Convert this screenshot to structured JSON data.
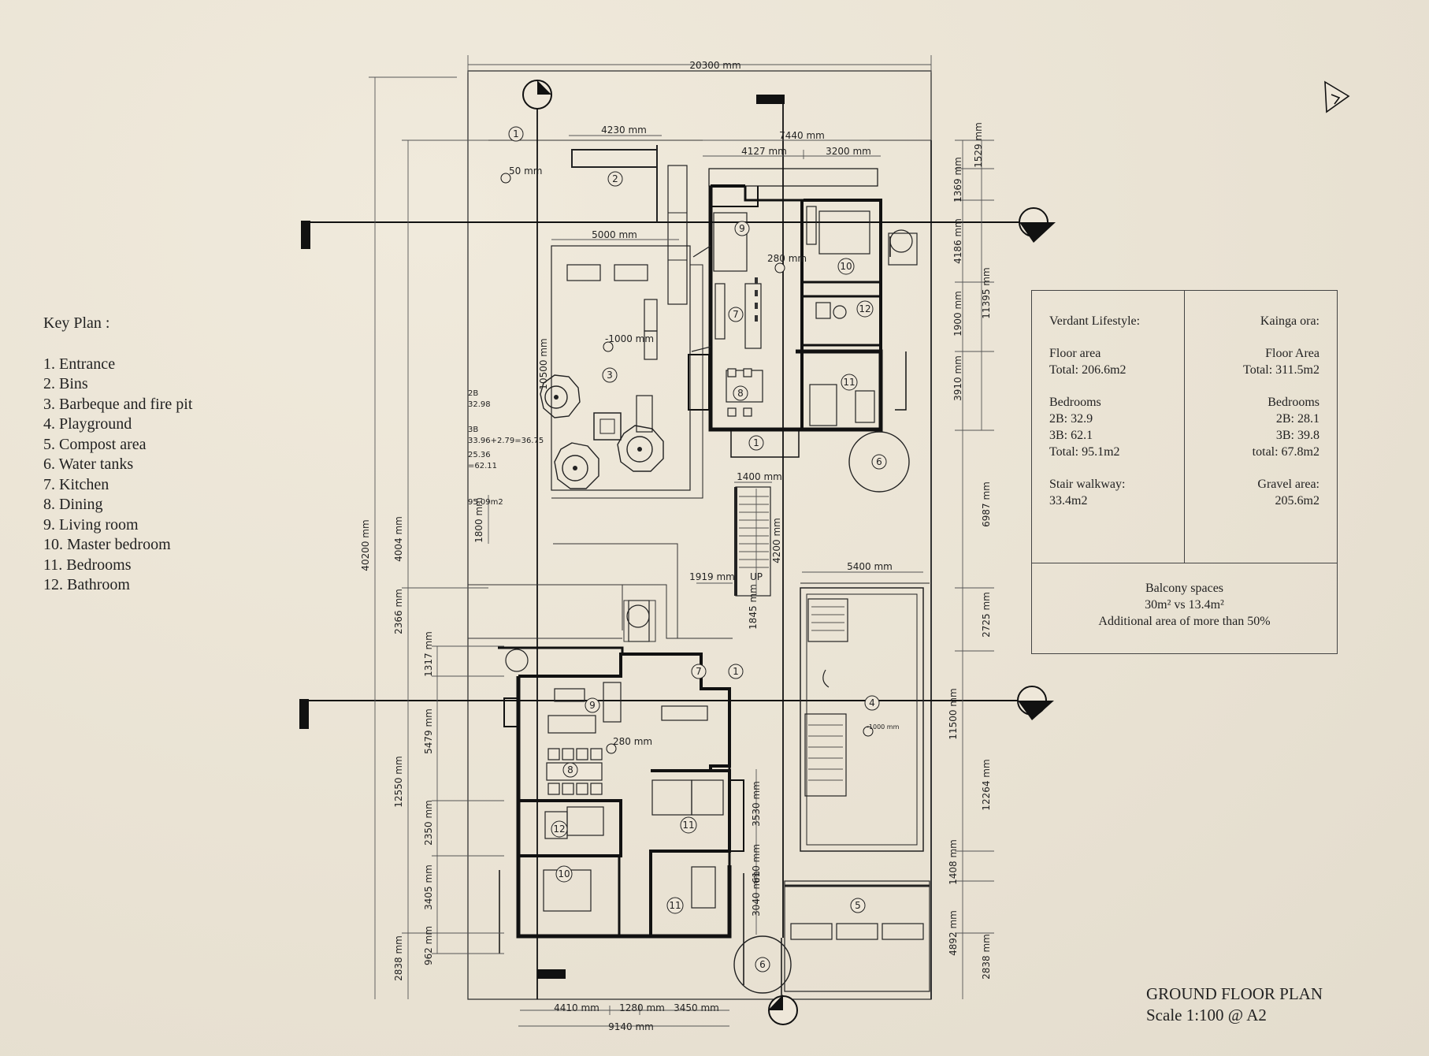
{
  "key_plan": {
    "title": "Key Plan :",
    "items": [
      "1. Entrance",
      "2. Bins",
      "3. Barbeque and fire pit",
      "4. Playground",
      "5. Compost area",
      "6. Water tanks",
      "7. Kitchen",
      "8. Dining",
      "9. Living room",
      "10. Master bedroom",
      "11. Bedrooms",
      "12. Bathroom"
    ]
  },
  "area_table": {
    "left": {
      "heading": "Verdant Lifestyle:",
      "floor_label": "Floor area",
      "floor_total": "Total: 206.6m2",
      "bedrooms_label": "Bedrooms",
      "bed_2b": "2B: 32.9",
      "bed_3b": "3B: 62.1",
      "bed_total": "Total: 95.1m2",
      "stair_label": "Stair walkway:",
      "stair_value": "33.4m2"
    },
    "right": {
      "heading": "Kainga ora:",
      "floor_label": "Floor Area",
      "floor_total": "Total: 311.5m2",
      "bedrooms_label": "Bedrooms",
      "bed_2b": "2B: 28.1",
      "bed_3b": "3B: 39.8",
      "bed_total": "total: 67.8m2",
      "gravel_label": "Gravel area:",
      "gravel_value": "205.6m2"
    },
    "balcony": {
      "heading": "Balcony spaces",
      "comparison": "30m² vs 13.4m²",
      "note": "Additional area of more than 50%"
    }
  },
  "title_block": {
    "title": "GROUND FLOOR PLAN",
    "scale": "Scale 1:100 @ A2"
  },
  "dimensions": {
    "site_width": "20300 mm",
    "bbq_width": "4230 mm",
    "upper_unit_width": "7440 mm",
    "upper_left": "4127 mm",
    "upper_right": "3200 mm",
    "level_50": "50 mm",
    "bbq_depth": "5000 mm",
    "level_280_upper": "280 mm",
    "level_minus1000": "-1000 mm",
    "bbq_long": "10500 mm",
    "stair_width": "1400 mm",
    "stair_length": "4200 mm",
    "gap_1800": "1800 mm",
    "stair_offset": "1919 mm",
    "up_label": "UP",
    "landing": "1845 mm",
    "play_width": "5400 mm",
    "level_280_lower": "280 mm",
    "level_minus1000_small": "-1000 mm",
    "lower_w1": "4410 mm",
    "lower_w2": "1280 mm",
    "lower_w3": "3450 mm",
    "lower_total": "9140 mm",
    "site_depth": "40200 mm",
    "left_4004": "4004 mm",
    "left_2366": "2366 mm",
    "left_12550": "12550 mm",
    "left_2838": "2838 mm",
    "in_1317": "1317 mm",
    "in_5479": "5479 mm",
    "in_2350": "2350 mm",
    "in_3405": "3405 mm",
    "in_962": "962 mm",
    "in_3530": "3530 mm",
    "in_610": "610 mm",
    "in_3040": "3040 mm",
    "r_1369": "1369 mm",
    "r_1529": "1529 mm",
    "r_4186": "4186 mm",
    "r_11395": "11395 mm",
    "r_1900": "1900 mm",
    "r_3910": "3910 mm",
    "r_6987": "6987 mm",
    "r_2725": "2725 mm",
    "r_11500": "11500 mm",
    "r_12264": "12264 mm",
    "r_1408": "1408 mm",
    "r_4892": "4892 mm",
    "r_2838": "2838 mm"
  },
  "sketch_notes": [
    "2B",
    "32.98",
    "3B",
    "33.96+2.79=36.75",
    "25.36",
    "=62.11",
    "95.09m2"
  ],
  "tags": {
    "entrance": "1",
    "bins": "2",
    "bbq": "3",
    "playground": "4",
    "compost": "5",
    "water_tanks": "6",
    "kitchen": "7",
    "dining": "8",
    "living": "9",
    "master": "10",
    "bedroom": "11",
    "bathroom": "12"
  }
}
